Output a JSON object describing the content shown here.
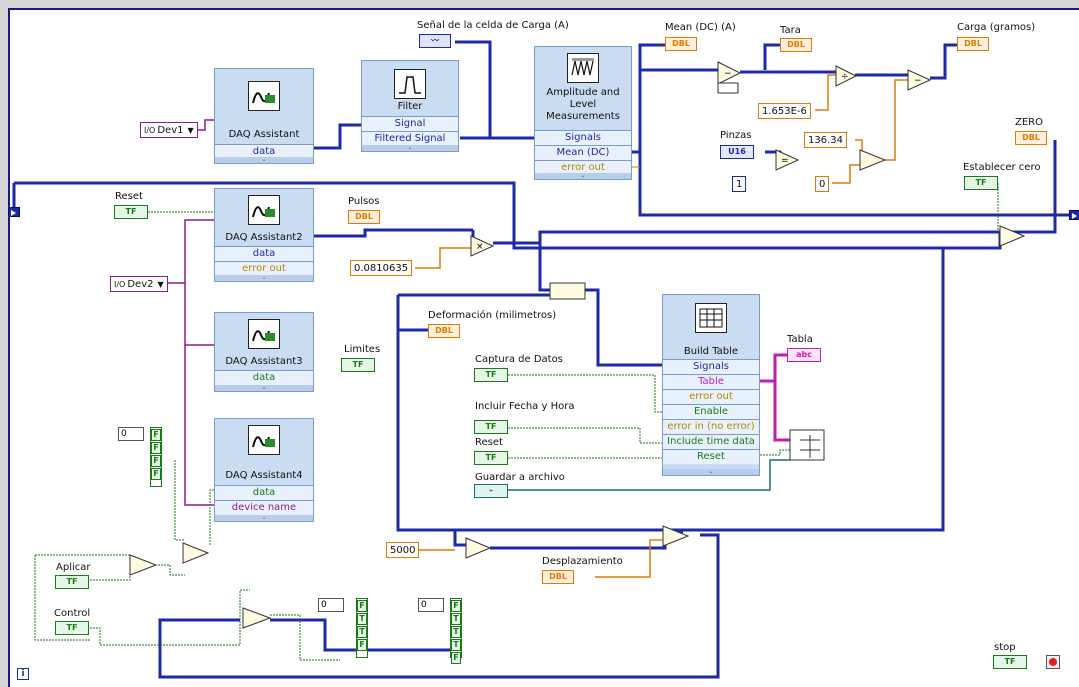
{
  "labels": {
    "senal": "Señal de la celda de Carga (A)",
    "mean_dc": "Mean (DC) (A)",
    "tara": "Tara",
    "carga": "Carga (gramos)",
    "zero": "ZERO",
    "establecer": "Establecer cero",
    "pinzas": "Pinzas",
    "reset1": "Reset",
    "pulsos": "Pulsos",
    "deformacion": "Deformación (milimetros)",
    "limites": "Limites",
    "tabla": "Tabla",
    "captura": "Captura de Datos",
    "incluir": "Incluir Fecha y Hora",
    "reset2": "Reset",
    "guardar": "Guardar a archivo",
    "desplazamiento": "Desplazamiento",
    "aplicar": "Aplicar",
    "control": "Control",
    "stop": "stop"
  },
  "indicator_types": {
    "tf": "TF",
    "dbl": "DBL",
    "u16": "U16",
    "str": "abc"
  },
  "constants": {
    "dev1": "Dev1",
    "dev2": "Dev2",
    "k1": "1.653E-6",
    "k2": "136.34",
    "zero_const": "0",
    "one_const": "1",
    "k3": "0.0810635",
    "k4": "5000",
    "arr_idx": "0"
  },
  "bool_array": [
    "F",
    "F",
    "F",
    "F"
  ],
  "bool_array2": [
    "F",
    "T",
    "T",
    "F"
  ],
  "bool_array3": [
    "F",
    "T",
    "T",
    "T",
    "F"
  ],
  "vis": {
    "daq1": {
      "title": "DAQ Assistant",
      "terms": [
        "data"
      ]
    },
    "filter": {
      "title": "Filter",
      "terms": [
        "Signal",
        "Filtered Signal"
      ]
    },
    "amp": {
      "title": "Amplitude and Level Measurements",
      "terms": [
        "Signals",
        "Mean (DC)",
        "error out"
      ]
    },
    "daq2": {
      "title": "DAQ Assistant2",
      "terms": [
        "data",
        "error out"
      ]
    },
    "daq3": {
      "title": "DAQ Assistant3",
      "terms": [
        "data"
      ]
    },
    "daq4": {
      "title": "DAQ Assistant4",
      "terms": [
        "data",
        "device name"
      ]
    },
    "build": {
      "title": "Build Table",
      "terms": [
        "Signals",
        "Table",
        "error out",
        "Enable",
        "error in (no error)",
        "Include time data",
        "Reset"
      ]
    }
  },
  "colors": {
    "dynamic_wire": "#1c2aa6",
    "dbl_wire": "#e07a00",
    "bool_wire": "#1a7a1a",
    "string_wire": "#c21bb8",
    "path_wire": "#1d6e6a",
    "vi_fill": "#c9dcf2"
  }
}
